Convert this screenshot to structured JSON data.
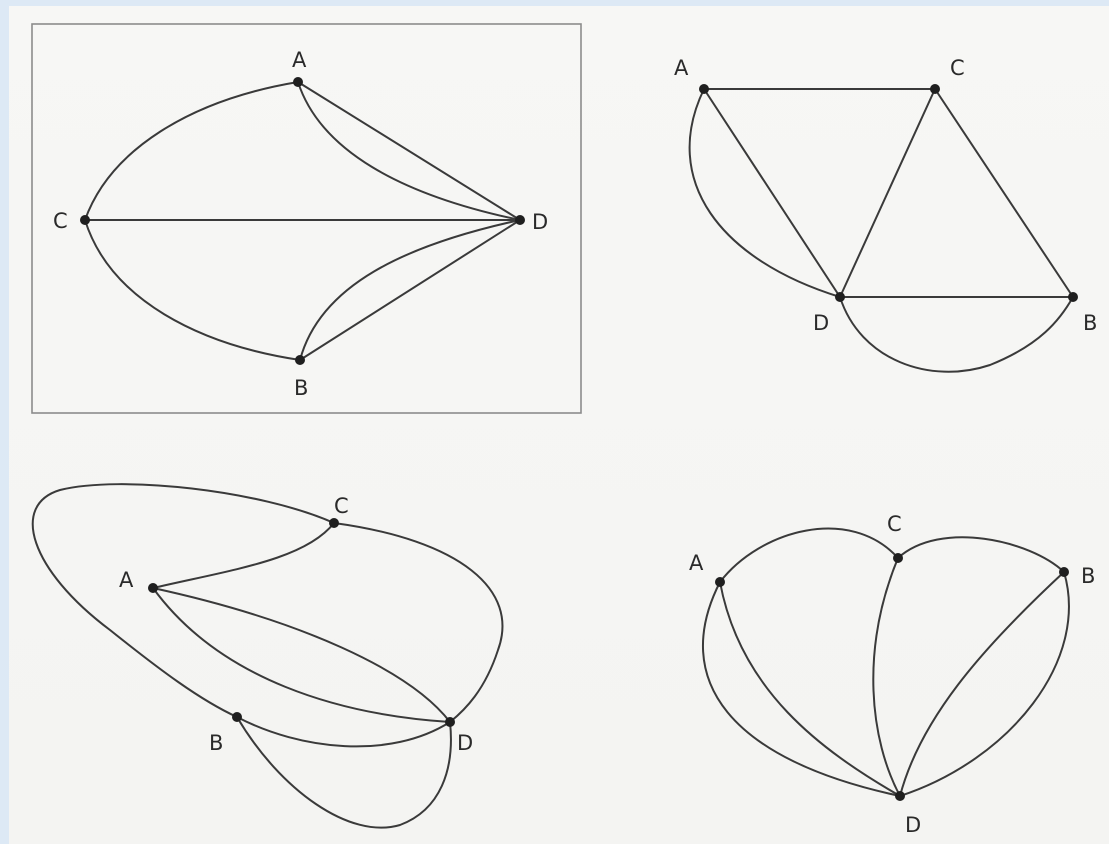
{
  "colors": {
    "background": "#f5f5f3",
    "edge": "#3a3a3a",
    "vertex": "#1f1f1f",
    "frame": "#dde9f5"
  },
  "graphs": [
    {
      "labels": {
        "A": "A",
        "B": "B",
        "C": "C",
        "D": "D"
      }
    },
    {
      "labels": {
        "A": "A",
        "B": "B",
        "C": "C",
        "D": "D"
      }
    },
    {
      "labels": {
        "A": "A",
        "B": "B",
        "C": "C",
        "D": "D"
      }
    },
    {
      "labels": {
        "A": "A",
        "B": "B",
        "C": "C",
        "D": "D"
      }
    }
  ]
}
